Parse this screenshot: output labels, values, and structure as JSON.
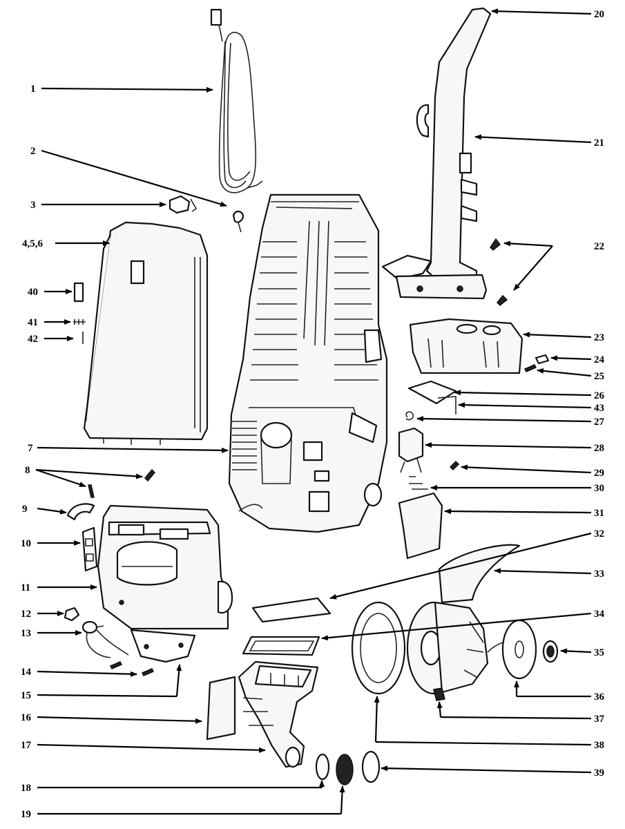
{
  "callouts": [
    {
      "id": "c1",
      "label": "1"
    },
    {
      "id": "c2",
      "label": "2"
    },
    {
      "id": "c3",
      "label": "3"
    },
    {
      "id": "c456",
      "label": "4,5,6"
    },
    {
      "id": "c40",
      "label": "40"
    },
    {
      "id": "c41",
      "label": "41"
    },
    {
      "id": "c42",
      "label": "42"
    },
    {
      "id": "c7",
      "label": "7"
    },
    {
      "id": "c8",
      "label": "8"
    },
    {
      "id": "c9",
      "label": "9"
    },
    {
      "id": "c10",
      "label": "10"
    },
    {
      "id": "c11",
      "label": "11"
    },
    {
      "id": "c12",
      "label": "12"
    },
    {
      "id": "c13",
      "label": "13"
    },
    {
      "id": "c14",
      "label": "14"
    },
    {
      "id": "c15",
      "label": "15"
    },
    {
      "id": "c16",
      "label": "16"
    },
    {
      "id": "c17",
      "label": "17"
    },
    {
      "id": "c18",
      "label": "18"
    },
    {
      "id": "c19",
      "label": "19"
    },
    {
      "id": "c20",
      "label": "20"
    },
    {
      "id": "c21",
      "label": "21"
    },
    {
      "id": "c22",
      "label": "22"
    },
    {
      "id": "c23",
      "label": "23"
    },
    {
      "id": "c24",
      "label": "24"
    },
    {
      "id": "c25",
      "label": "25"
    },
    {
      "id": "c26",
      "label": "26"
    },
    {
      "id": "c43",
      "label": "43"
    },
    {
      "id": "c27",
      "label": "27"
    },
    {
      "id": "c28",
      "label": "28"
    },
    {
      "id": "c29",
      "label": "29"
    },
    {
      "id": "c30",
      "label": "30"
    },
    {
      "id": "c31",
      "label": "31"
    },
    {
      "id": "c32",
      "label": "32"
    },
    {
      "id": "c33",
      "label": "33"
    },
    {
      "id": "c34",
      "label": "34"
    },
    {
      "id": "c35",
      "label": "35"
    },
    {
      "id": "c36",
      "label": "36"
    },
    {
      "id": "c37",
      "label": "37"
    },
    {
      "id": "c38",
      "label": "38"
    },
    {
      "id": "c39",
      "label": "39"
    }
  ]
}
